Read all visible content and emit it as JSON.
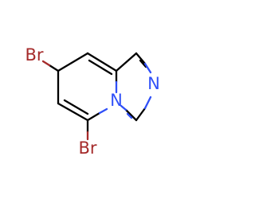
{
  "molecule": {
    "atoms": {
      "br_top": {
        "symbol": "Br",
        "color": "#a52a2a"
      },
      "br_bottom": {
        "symbol": "Br",
        "color": "#a52a2a"
      },
      "n_ring": {
        "symbol": "N",
        "color": "#3050f8"
      },
      "n_bridge": {
        "symbol": "N",
        "color": "#3050f8"
      }
    },
    "bond_color": "#000000",
    "background": "#ffffff"
  }
}
